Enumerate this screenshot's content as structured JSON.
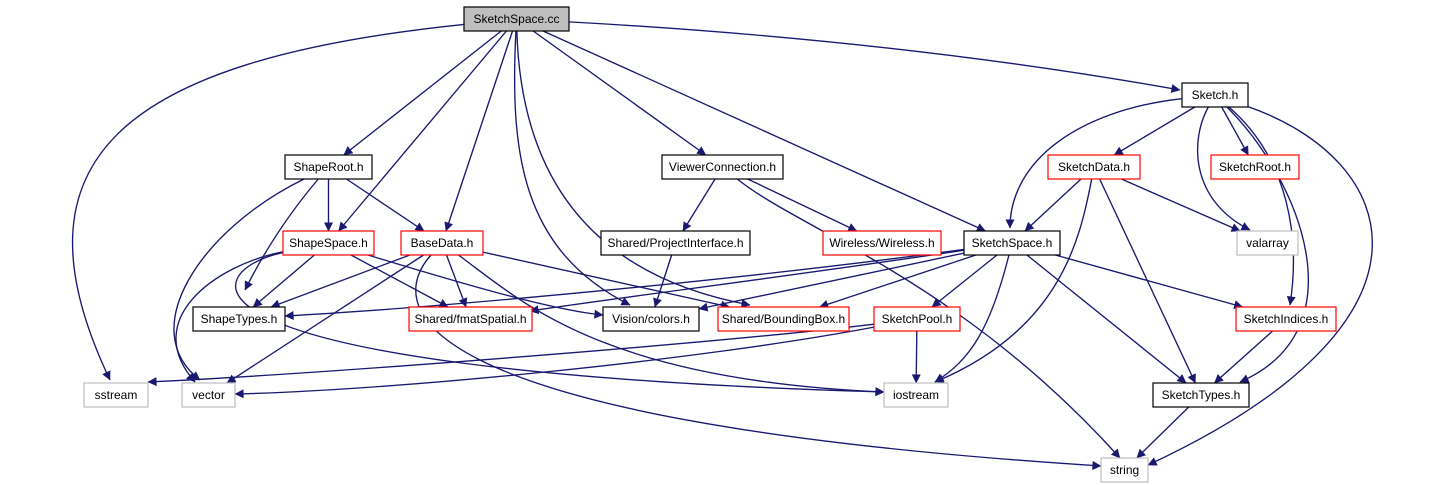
{
  "colors": {
    "edge": "#191970",
    "border_normal": "#000000",
    "border_truncated": "#ff0000",
    "border_external": "#bfbfbf",
    "fill_root": "#bfbfbf",
    "fill_normal": "#ffffff",
    "text": "#000000"
  },
  "nodes": [
    {
      "id": "sketchspace_cc",
      "label": "SketchSpace.cc",
      "kind": "root"
    },
    {
      "id": "sketch_h",
      "label": "Sketch.h",
      "kind": "normal"
    },
    {
      "id": "shaperoot_h",
      "label": "ShapeRoot.h",
      "kind": "normal"
    },
    {
      "id": "viewerconnection_h",
      "label": "ViewerConnection.h",
      "kind": "normal"
    },
    {
      "id": "sketchdata_h",
      "label": "SketchData.h",
      "kind": "truncated"
    },
    {
      "id": "sketchroot_h",
      "label": "SketchRoot.h",
      "kind": "truncated"
    },
    {
      "id": "shapespace_h",
      "label": "ShapeSpace.h",
      "kind": "truncated"
    },
    {
      "id": "basedata_h",
      "label": "BaseData.h",
      "kind": "truncated"
    },
    {
      "id": "projectinterface_h",
      "label": "Shared/ProjectInterface.h",
      "kind": "normal"
    },
    {
      "id": "wireless_h",
      "label": "Wireless/Wireless.h",
      "kind": "truncated"
    },
    {
      "id": "sketchspace_h",
      "label": "SketchSpace.h",
      "kind": "normal"
    },
    {
      "id": "valarray",
      "label": "valarray",
      "kind": "external"
    },
    {
      "id": "shapetypes_h",
      "label": "ShapeTypes.h",
      "kind": "normal"
    },
    {
      "id": "fmatspatial_h",
      "label": "Shared/fmatSpatial.h",
      "kind": "truncated"
    },
    {
      "id": "colors_h",
      "label": "Vision/colors.h",
      "kind": "normal"
    },
    {
      "id": "boundingbox_h",
      "label": "Shared/BoundingBox.h",
      "kind": "truncated"
    },
    {
      "id": "sketchpool_h",
      "label": "SketchPool.h",
      "kind": "truncated"
    },
    {
      "id": "sketchindices_h",
      "label": "SketchIndices.h",
      "kind": "truncated"
    },
    {
      "id": "sstream",
      "label": "sstream",
      "kind": "external"
    },
    {
      "id": "vector",
      "label": "vector",
      "kind": "external"
    },
    {
      "id": "iostream",
      "label": "iostream",
      "kind": "external"
    },
    {
      "id": "sketchtypes_h",
      "label": "SketchTypes.h",
      "kind": "normal"
    },
    {
      "id": "string",
      "label": "string",
      "kind": "external"
    }
  ],
  "edges": [
    {
      "from": "sketchspace_cc",
      "to": "sstream"
    },
    {
      "from": "sketchspace_cc",
      "to": "shaperoot_h"
    },
    {
      "from": "sketchspace_cc",
      "to": "shapespace_h"
    },
    {
      "from": "sketchspace_cc",
      "to": "basedata_h"
    },
    {
      "from": "sketchspace_cc",
      "to": "colors_h"
    },
    {
      "from": "sketchspace_cc",
      "to": "boundingbox_h"
    },
    {
      "from": "sketchspace_cc",
      "to": "viewerconnection_h"
    },
    {
      "from": "sketchspace_cc",
      "to": "sketchspace_h"
    },
    {
      "from": "sketchspace_cc",
      "to": "sketch_h"
    },
    {
      "from": "shaperoot_h",
      "to": "shapespace_h"
    },
    {
      "from": "shaperoot_h",
      "to": "basedata_h"
    },
    {
      "from": "shaperoot_h",
      "to": "shapetypes_h"
    },
    {
      "from": "shaperoot_h",
      "to": "vector"
    },
    {
      "from": "shapespace_h",
      "to": "shapetypes_h"
    },
    {
      "from": "shapespace_h",
      "to": "fmatspatial_h"
    },
    {
      "from": "shapespace_h",
      "to": "colors_h"
    },
    {
      "from": "shapespace_h",
      "to": "vector"
    },
    {
      "from": "shapespace_h",
      "to": "iostream"
    },
    {
      "from": "basedata_h",
      "to": "shapetypes_h"
    },
    {
      "from": "basedata_h",
      "to": "fmatspatial_h"
    },
    {
      "from": "basedata_h",
      "to": "boundingbox_h"
    },
    {
      "from": "basedata_h",
      "to": "vector"
    },
    {
      "from": "basedata_h",
      "to": "iostream"
    },
    {
      "from": "basedata_h",
      "to": "string"
    },
    {
      "from": "viewerconnection_h",
      "to": "projectinterface_h"
    },
    {
      "from": "viewerconnection_h",
      "to": "wireless_h"
    },
    {
      "from": "viewerconnection_h",
      "to": "string"
    },
    {
      "from": "projectinterface_h",
      "to": "colors_h"
    },
    {
      "from": "sketch_h",
      "to": "sketchspace_h"
    },
    {
      "from": "sketch_h",
      "to": "sketchdata_h"
    },
    {
      "from": "sketch_h",
      "to": "sketchroot_h"
    },
    {
      "from": "sketch_h",
      "to": "valarray"
    },
    {
      "from": "sketch_h",
      "to": "sketchindices_h"
    },
    {
      "from": "sketch_h",
      "to": "sketchtypes_h"
    },
    {
      "from": "sketch_h",
      "to": "string"
    },
    {
      "from": "sketchdata_h",
      "to": "sketchspace_h"
    },
    {
      "from": "sketchdata_h",
      "to": "valarray"
    },
    {
      "from": "sketchdata_h",
      "to": "iostream"
    },
    {
      "from": "sketchdata_h",
      "to": "sketchtypes_h"
    },
    {
      "from": "sketchspace_h",
      "to": "shapetypes_h"
    },
    {
      "from": "sketchspace_h",
      "to": "fmatspatial_h"
    },
    {
      "from": "sketchspace_h",
      "to": "colors_h"
    },
    {
      "from": "sketchspace_h",
      "to": "boundingbox_h"
    },
    {
      "from": "sketchspace_h",
      "to": "sketchpool_h"
    },
    {
      "from": "sketchspace_h",
      "to": "sketchindices_h"
    },
    {
      "from": "sketchspace_h",
      "to": "sketchtypes_h"
    },
    {
      "from": "sketchspace_h",
      "to": "iostream"
    },
    {
      "from": "sketchpool_h",
      "to": "sstream"
    },
    {
      "from": "sketchpool_h",
      "to": "vector"
    },
    {
      "from": "sketchpool_h",
      "to": "iostream"
    },
    {
      "from": "sketchindices_h",
      "to": "sketchtypes_h"
    },
    {
      "from": "sketchtypes_h",
      "to": "string"
    }
  ]
}
